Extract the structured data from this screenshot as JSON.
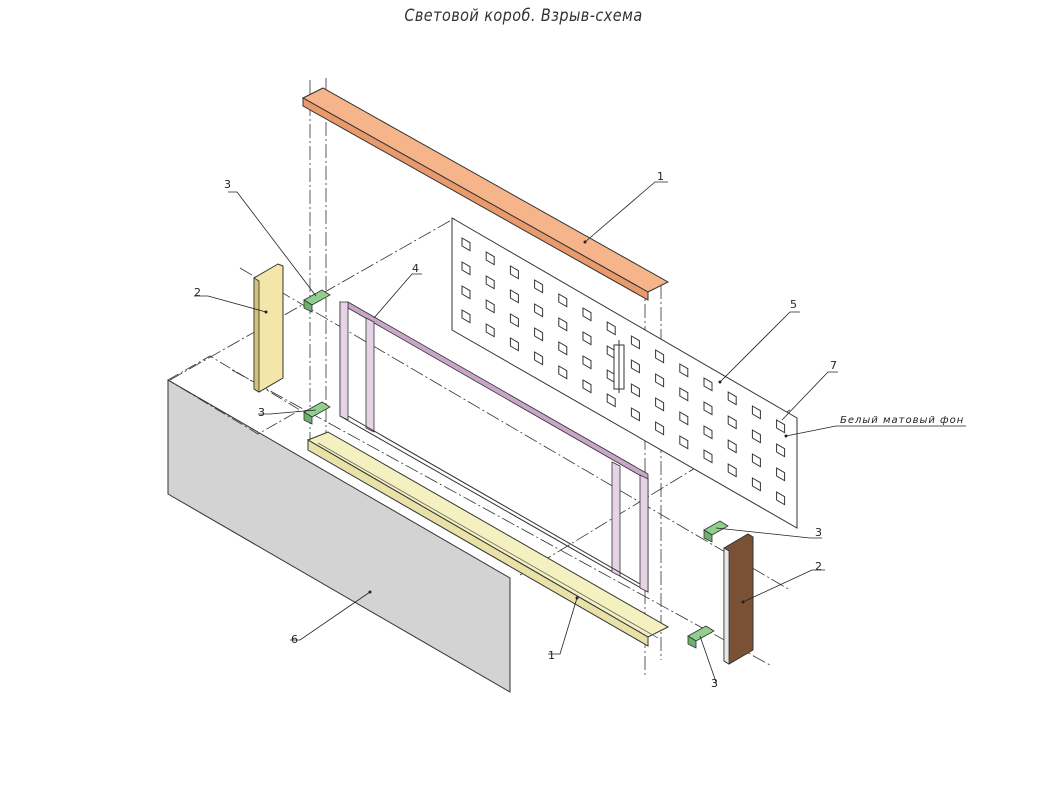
{
  "title": "Световой короб. Взрыв-схема",
  "callouts": {
    "top_profile": "1",
    "bottom_profile": "1",
    "side_left": "2",
    "side_right": "2",
    "bracket_top_left": "3",
    "bracket_bottom_left": "3",
    "bracket_right_upper": "3",
    "bracket_right_lower": "3",
    "frame": "4",
    "led_panel": "5",
    "front_panel": "6",
    "back": "7"
  },
  "background_note": "Белый матовый фон",
  "colors": {
    "top_profile": "#f5b48a",
    "bottom_profile": "#f4f0c0",
    "side_left": "#f3e6a8",
    "side_right": "#7a5134",
    "bracket": "#8fcf8f",
    "front_panel": "#d3d3d3",
    "frame": "#c9a6c9",
    "panel": "#ffffff",
    "line": "#333333"
  }
}
